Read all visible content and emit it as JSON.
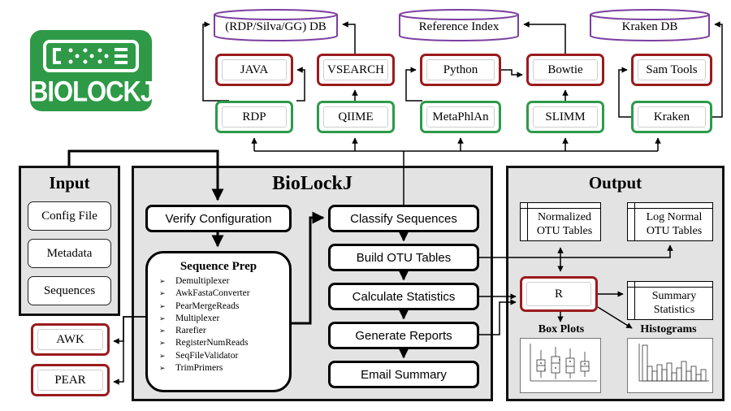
{
  "logo": {
    "text": "BIOLOCKJ",
    "bg_color": "#2e9a47"
  },
  "databases": [
    {
      "key": "db1",
      "label": "(RDP/Silva/GG) DB"
    },
    {
      "key": "db2",
      "label": "Reference Index"
    },
    {
      "key": "db3",
      "label": "Kraken DB"
    }
  ],
  "dependencies": [
    "JAVA",
    "VSEARCH",
    "Python",
    "Bowtie",
    "Sam Tools"
  ],
  "classifiers": [
    "RDP",
    "QIIME",
    "MetaPhlAn",
    "SLIMM",
    "Kraken"
  ],
  "input": {
    "title": "Input",
    "items": [
      "Config File",
      "Metadata",
      "Sequences"
    ]
  },
  "biolockj": {
    "title": "BioLockJ",
    "verify": "Verify Configuration",
    "seqprep": {
      "title": "Sequence Prep",
      "steps": [
        "Demultiplexer",
        "AwkFastaConverter",
        "PearMergeReads",
        "Multiplexer",
        "Rarefier",
        "RegisterNumReads",
        "SeqFileValidator",
        "TrimPrimers"
      ]
    },
    "pipeline": [
      "Classify Sequences",
      "Build OTU Tables",
      "Calculate Statistics",
      "Generate Reports",
      "Email Summary"
    ]
  },
  "tools_left": [
    "AWK",
    "PEAR"
  ],
  "output": {
    "title": "Output",
    "normalized": "Normalized\nOTU Tables",
    "lognormal": "Log Normal\nOTU Tables",
    "r": "R",
    "summary": "Summary\nStatistics",
    "boxplots": "Box Plots",
    "histograms": "Histograms"
  },
  "colors": {
    "dependency_border": "#9a1b1e",
    "classifier_border": "#2d9a4a",
    "db_border": "#7b3fa0",
    "panel_bg": "#e3e3e3"
  }
}
